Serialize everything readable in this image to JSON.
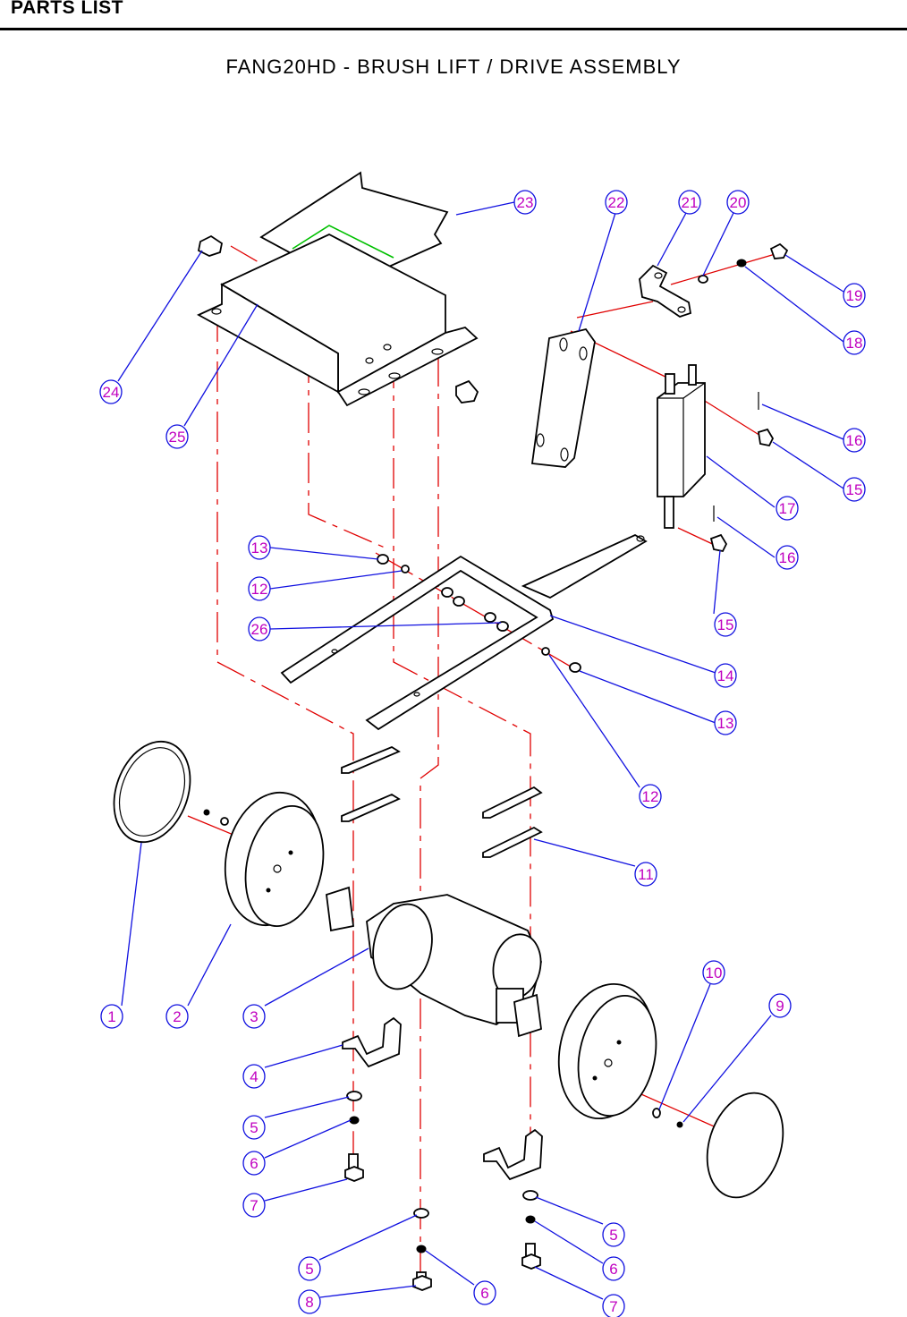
{
  "header": {
    "title": "PARTS LIST"
  },
  "diagram_title": "FANG20HD - BRUSH  LIFT / DRIVE  ASSEMBLY",
  "colors": {
    "leader": "#1010e0",
    "callout_text": "#c000c0",
    "centerline": "#e00000",
    "highlight": "#00c000"
  },
  "callouts": [
    {
      "id": "c1",
      "label": "1"
    },
    {
      "id": "c2",
      "label": "2"
    },
    {
      "id": "c3",
      "label": "3"
    },
    {
      "id": "c4",
      "label": "4"
    },
    {
      "id": "c5a",
      "label": "5"
    },
    {
      "id": "c6a",
      "label": "6"
    },
    {
      "id": "c7a",
      "label": "7"
    },
    {
      "id": "c5b",
      "label": "5"
    },
    {
      "id": "c8",
      "label": "8"
    },
    {
      "id": "c6b",
      "label": "6"
    },
    {
      "id": "c5c",
      "label": "5"
    },
    {
      "id": "c6c",
      "label": "6"
    },
    {
      "id": "c7b",
      "label": "7"
    },
    {
      "id": "c9",
      "label": "9"
    },
    {
      "id": "c10",
      "label": "10"
    },
    {
      "id": "c11",
      "label": "11"
    },
    {
      "id": "c12a",
      "label": "12"
    },
    {
      "id": "c12b",
      "label": "12"
    },
    {
      "id": "c13a",
      "label": "13"
    },
    {
      "id": "c13b",
      "label": "13"
    },
    {
      "id": "c14",
      "label": "14"
    },
    {
      "id": "c15a",
      "label": "15"
    },
    {
      "id": "c15b",
      "label": "15"
    },
    {
      "id": "c16a",
      "label": "16"
    },
    {
      "id": "c16b",
      "label": "16"
    },
    {
      "id": "c17",
      "label": "17"
    },
    {
      "id": "c18",
      "label": "18"
    },
    {
      "id": "c19",
      "label": "19"
    },
    {
      "id": "c20",
      "label": "20"
    },
    {
      "id": "c21",
      "label": "21"
    },
    {
      "id": "c22",
      "label": "22"
    },
    {
      "id": "c23",
      "label": "23"
    },
    {
      "id": "c24",
      "label": "24"
    },
    {
      "id": "c25",
      "label": "25"
    },
    {
      "id": "c26",
      "label": "26"
    }
  ]
}
